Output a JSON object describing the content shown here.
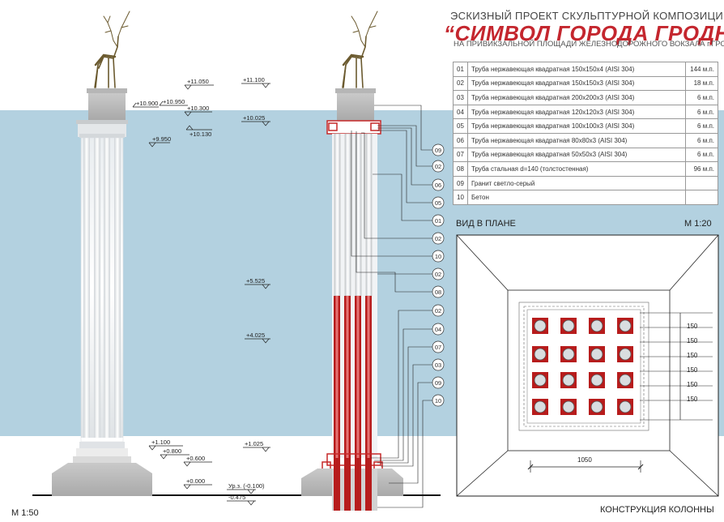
{
  "header": {
    "line1": "ЭСКИЗНЫЙ ПРОЕКТ СКУЛЬПТУРНОЙ КОМПОЗИЦИИ",
    "line2": "“СИМВОЛ ГОРОДА ГРОДНО”",
    "line3": "НА ПРИВИКЗАЛЬНОЙ ПЛОЩАДИ ЖЕЛЕЗНОДОРОЖНОГО ВОКЗАЛА г.ГРОДНО"
  },
  "spec_table": [
    {
      "n": "01",
      "name": "Труба нержавеющая квадратная 150x150x4 (AISI 304)",
      "qty": "144 м.п."
    },
    {
      "n": "02",
      "name": "Труба нержавеющая квадратная 150x150x3 (AISI 304)",
      "qty": "18 м.п."
    },
    {
      "n": "03",
      "name": "Труба нержавеющая квадратная 200x200x3 (AISI 304)",
      "qty": "6 м.п."
    },
    {
      "n": "04",
      "name": "Труба нержавеющая квадратная 120x120x3 (AISI 304)",
      "qty": "6 м.п."
    },
    {
      "n": "05",
      "name": "Труба нержавеющая квадратная 100x100x3 (AISI 304)",
      "qty": "6 м.п."
    },
    {
      "n": "06",
      "name": "Труба нержавеющая квадратная 80x80x3 (AISI 304)",
      "qty": "6 м.п."
    },
    {
      "n": "07",
      "name": "Труба нержавеющая квадратная 50x50x3 (AISI 304)",
      "qty": "6 м.п."
    },
    {
      "n": "08",
      "name": "Труба стальная d=140 (толстостенная)",
      "qty": "96 м.п."
    },
    {
      "n": "09",
      "name": "Гранит светло-серый",
      "qty": ""
    },
    {
      "n": "10",
      "name": "Бетон",
      "qty": ""
    }
  ],
  "left_levels": [
    "+11.050",
    "+10.900",
    "+10.950",
    "+10.300",
    "+10.130",
    "+9.950",
    "+1.100",
    "+0.800",
    "+0.600",
    "+0.000"
  ],
  "mid_levels": [
    "+11.100",
    "+10.025",
    "+5.525",
    "+4.025",
    "+1.025",
    "Ур.з. (-0.100)",
    "-0.475"
  ],
  "callouts": [
    "09",
    "02",
    "06",
    "05",
    "01",
    "02",
    "10",
    "02",
    "08",
    "02",
    "04",
    "07",
    "03",
    "09",
    "10"
  ],
  "plan": {
    "title": "ВИД В ПЛАНЕ",
    "scale": "М  1:20",
    "dim_width": "1050",
    "dim_rows": [
      "150",
      "150",
      "150",
      "150",
      "150",
      "150"
    ]
  },
  "scale_left": "М   1:50",
  "bottom_title": "КОНСТРУКЦИЯ КОЛОННЫ"
}
